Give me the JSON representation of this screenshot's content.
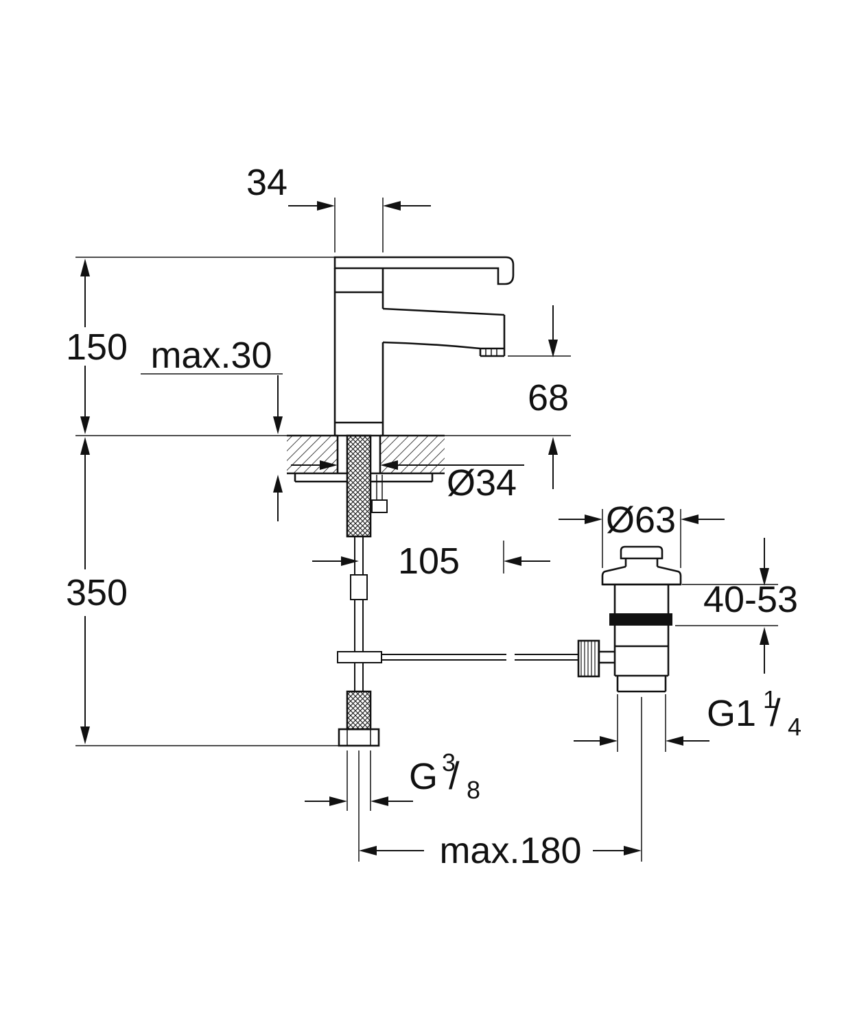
{
  "diagram": {
    "type": "technical-dimension-drawing",
    "subject": "single-lever basin mixer with pop-up waste",
    "colors": {
      "line": "#111111",
      "background": "#ffffff"
    },
    "labels": {
      "body_diameter": "34",
      "height_above_deck": "150",
      "deck_thickness": "max.30",
      "spout_height": "68",
      "hole_diameter": "Ø34",
      "spout_projection": "105",
      "hose_length": "350",
      "waste_flange_diameter": "Ø63",
      "waste_deck_range": "40-53",
      "waste_thread": {
        "prefix": "G1",
        "num": "1",
        "slash": "/",
        "den": "4"
      },
      "supply_thread": {
        "prefix": "G",
        "num": "3",
        "slash": "/",
        "den": "8"
      },
      "max_center_distance": "max.180"
    }
  }
}
